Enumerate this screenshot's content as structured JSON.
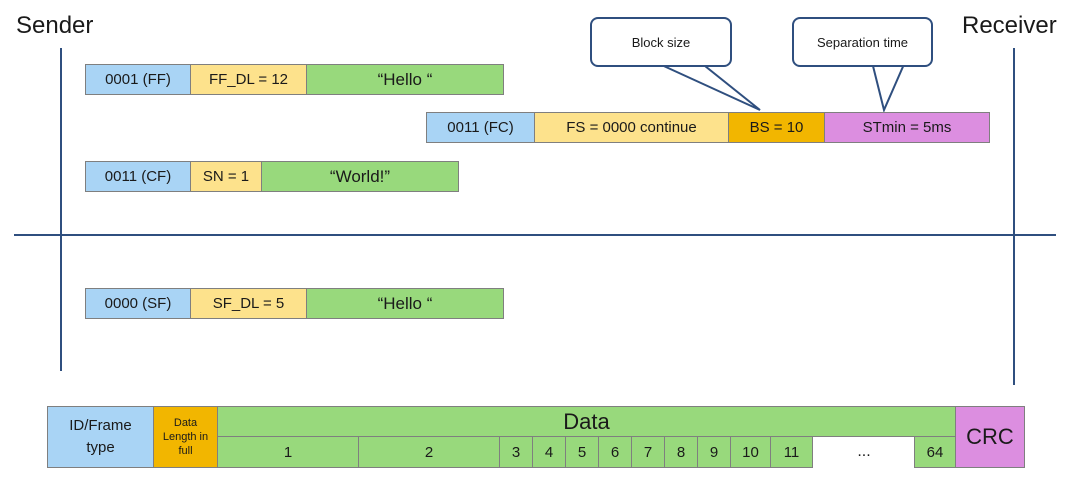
{
  "header": {
    "sender": "Sender",
    "receiver": "Receiver"
  },
  "callouts": {
    "block_size": "Block size",
    "separation_time": "Separation time"
  },
  "frames": {
    "ff": {
      "id": "0001 (FF)",
      "meta": "FF_DL = 12",
      "data": "“Hello “"
    },
    "fc": {
      "id": "0011 (FC)",
      "fs": "FS = 0000 continue",
      "bs": "BS = 10",
      "stmin": "STmin = 5ms"
    },
    "cf": {
      "id": "0011 (CF)",
      "meta": "SN = 1",
      "data": "“World!”"
    },
    "sf": {
      "id": "0000 (SF)",
      "meta": "SF_DL = 5",
      "data": "“Hello “"
    }
  },
  "layout_bar": {
    "id": "ID/Frame type",
    "length": "Data Length in full",
    "data": "Data",
    "crc": "CRC",
    "indices": [
      "1",
      "2",
      "3",
      "4",
      "5",
      "6",
      "7",
      "8",
      "9",
      "10",
      "11",
      "...",
      "64"
    ]
  },
  "colors": {
    "blue": "#a9d4f5",
    "yellow": "#fde28c",
    "green": "#98d97c",
    "orange": "#f2b600",
    "pink": "#dc8ee0",
    "line": "#2f4f7f"
  }
}
